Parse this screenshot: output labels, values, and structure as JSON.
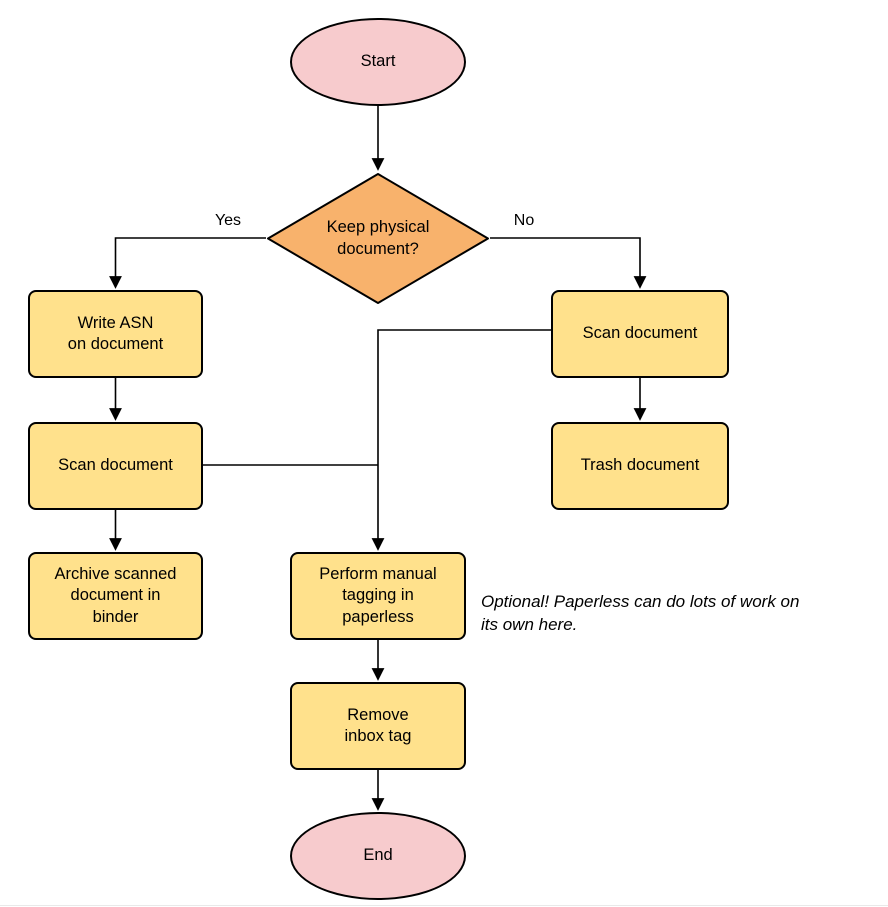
{
  "diagram": {
    "type": "flowchart",
    "colors": {
      "terminator_fill": "#f7cbcd",
      "decision_fill": "#f8b26c",
      "process_fill": "#ffe18c",
      "stroke": "#000000"
    },
    "nodes": {
      "start": {
        "label": "Start",
        "shape": "ellipse"
      },
      "decision": {
        "label": "Keep physical\ndocument?",
        "shape": "diamond"
      },
      "write_asn": {
        "label": "Write ASN\non document",
        "shape": "rect"
      },
      "scan_left": {
        "label": "Scan document",
        "shape": "rect"
      },
      "archive": {
        "label": "Archive scanned\ndocument in\nbinder",
        "shape": "rect"
      },
      "scan_right": {
        "label": "Scan document",
        "shape": "rect"
      },
      "trash": {
        "label": "Trash document",
        "shape": "rect"
      },
      "tagging": {
        "label": "Perform manual\ntagging in\npaperless",
        "shape": "rect"
      },
      "remove_inbox": {
        "label": "Remove\ninbox tag",
        "shape": "rect"
      },
      "end": {
        "label": "End",
        "shape": "ellipse"
      }
    },
    "edge_labels": {
      "yes": "Yes",
      "no": "No"
    },
    "annotation": "Optional! Paperless can do lots of work on\nits own here."
  }
}
